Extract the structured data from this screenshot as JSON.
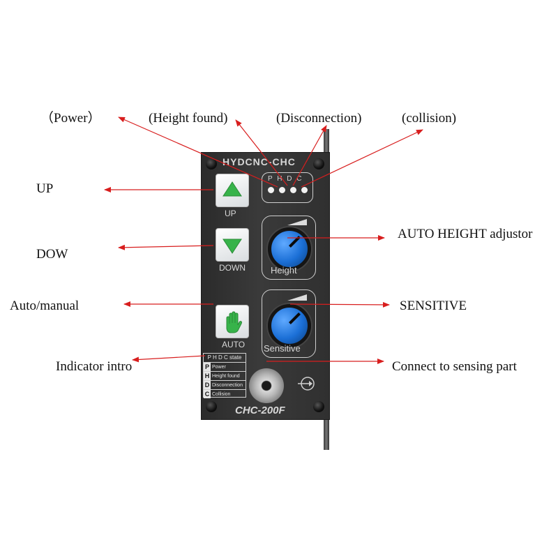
{
  "callouts": {
    "power": "（Power）",
    "height_found": "(Height found)",
    "disconnection": "(Disconnection)",
    "collision": "(collision)",
    "up": "UP",
    "down": "DOW",
    "auto_manual": "Auto/manual",
    "indicator_intro": "Indicator intro",
    "auto_height_adjustor": "AUTO HEIGHT adjustor",
    "sensitive": "SENSITIVE",
    "connect_sensing": "Connect to sensing part"
  },
  "panel": {
    "brand": "HYDCNC-CHC",
    "indicator_letters": "P H D C",
    "up_label": "UP",
    "down_label": "DOWN",
    "auto_label": "AUTO",
    "height_label": "Height",
    "sensitive_label": "Sensitive",
    "model": "CHC-200F",
    "legend": {
      "header": "P H D C state",
      "rows": [
        {
          "code": "P",
          "text": "Power"
        },
        {
          "code": "H",
          "text": "Height found"
        },
        {
          "code": "D",
          "text": "Disconnection"
        },
        {
          "code": "C",
          "text": "Collision"
        }
      ]
    }
  },
  "colors": {
    "arrow": "#d81e1e",
    "knob": "#1b6fd6",
    "button_icon": "#37b34a"
  }
}
